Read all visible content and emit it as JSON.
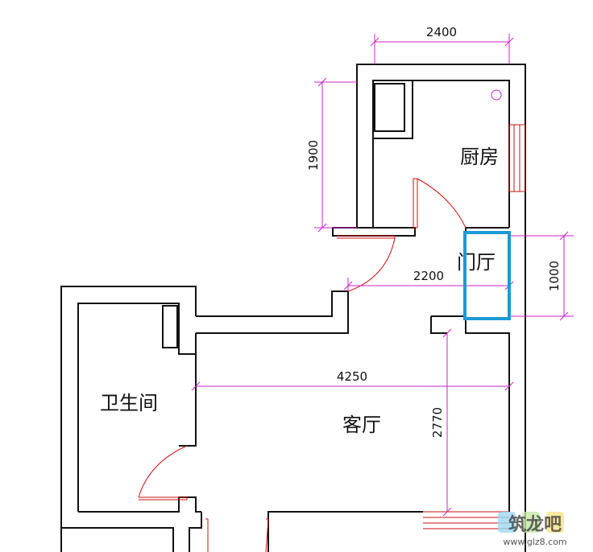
{
  "rooms": {
    "kitchen": "厨房",
    "foyer": "门厅",
    "bathroom": "卫生间",
    "living_room": "客厅"
  },
  "dimensions": {
    "kitchen_width": "2400",
    "kitchen_depth": "1900",
    "foyer_width": "2200",
    "foyer_depth": "1000",
    "living_width": "4250",
    "living_depth": "2770"
  },
  "colors": {
    "wall": "#111111",
    "dimension": "#cc22cc",
    "door": "#cc1111",
    "highlight": "#1a9ad6"
  },
  "watermark": {
    "logo": "筑龙吧",
    "url": "www.glz8.com"
  }
}
